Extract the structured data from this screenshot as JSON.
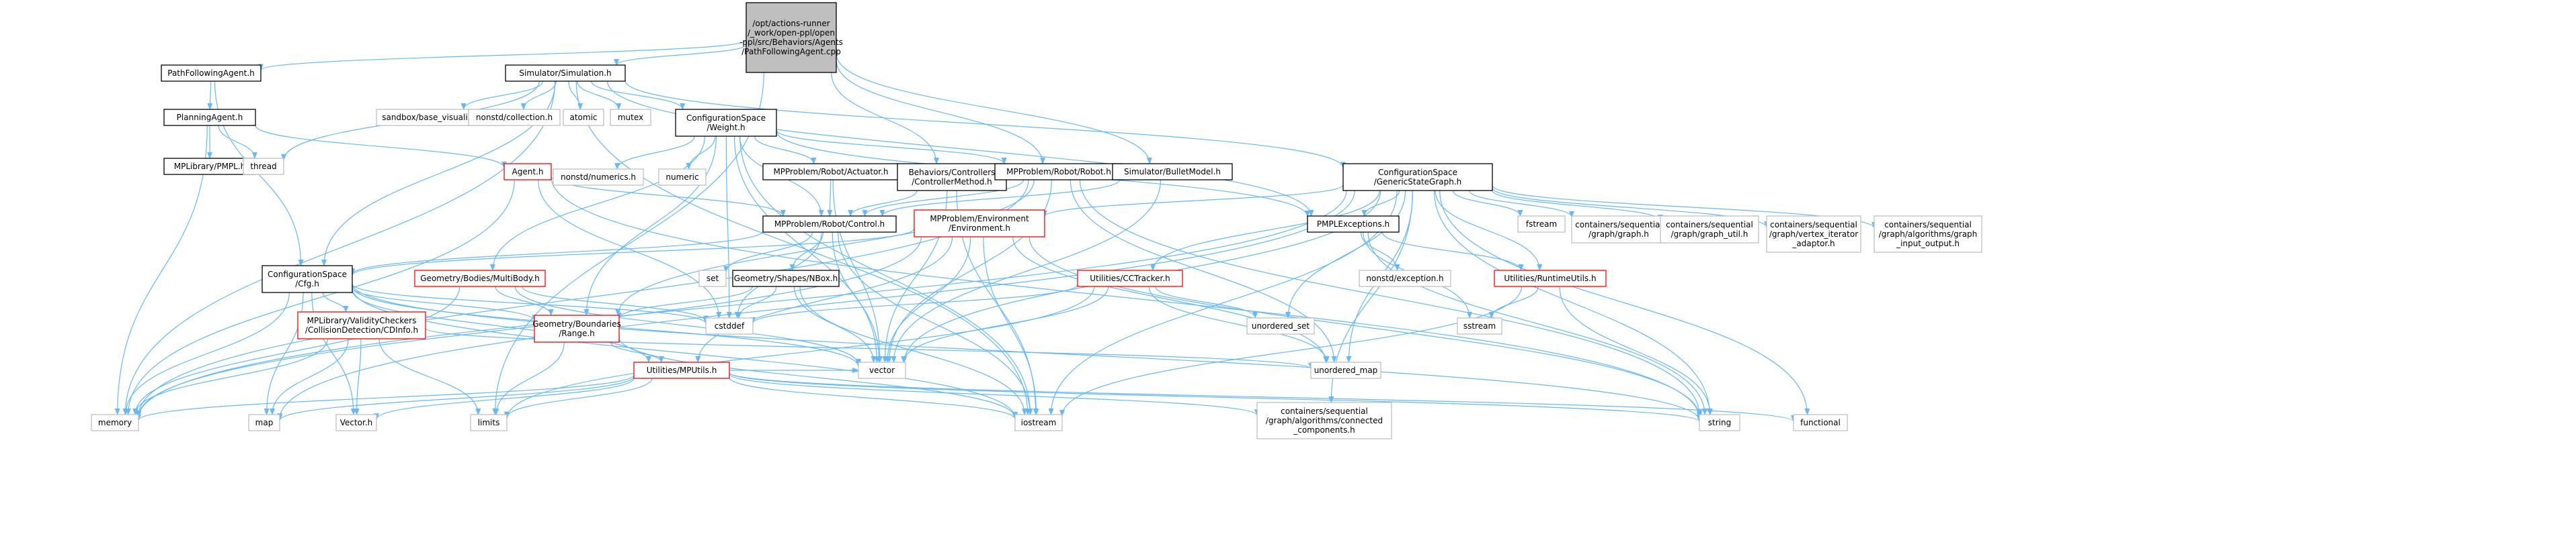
{
  "colors": {
    "edge": "#63b8ff",
    "file": "#000000",
    "ext": "#bfbfbf",
    "red": "#ff0000",
    "root_fill": "#bfbfbf",
    "text": "#000000"
  },
  "nodes": [
    {
      "id": "root",
      "lines": [
        "/opt/actions-runner",
        "/_work/open-ppl/open",
        "-ppl/src/Behaviors/Agents",
        "/PathFollowingAgent.cpp"
      ],
      "kind": "root"
    },
    {
      "id": "pfa_h",
      "lines": [
        "PathFollowingAgent.h"
      ],
      "kind": "file"
    },
    {
      "id": "simulation",
      "lines": [
        "Simulator/Simulation.h"
      ],
      "kind": "file"
    },
    {
      "id": "planning",
      "lines": [
        "PlanningAgent.h"
      ],
      "kind": "file"
    },
    {
      "id": "sandbox",
      "lines": [
        "sandbox/base_visualization.h"
      ],
      "kind": "ext"
    },
    {
      "id": "nonstd_coll",
      "lines": [
        "nonstd/collection.h"
      ],
      "kind": "ext"
    },
    {
      "id": "atomic",
      "lines": [
        "atomic"
      ],
      "kind": "ext"
    },
    {
      "id": "mutex",
      "lines": [
        "mutex"
      ],
      "kind": "ext"
    },
    {
      "id": "weight",
      "lines": [
        "ConfigurationSpace",
        "/Weight.h"
      ],
      "kind": "file"
    },
    {
      "id": "mplib",
      "lines": [
        "MPLibrary/PMPL.h"
      ],
      "kind": "file"
    },
    {
      "id": "thread",
      "lines": [
        "thread"
      ],
      "kind": "ext"
    },
    {
      "id": "agent",
      "lines": [
        "Agent.h"
      ],
      "kind": "red"
    },
    {
      "id": "nonstd_num",
      "lines": [
        "nonstd/numerics.h"
      ],
      "kind": "ext"
    },
    {
      "id": "numeric",
      "lines": [
        "numeric"
      ],
      "kind": "ext"
    },
    {
      "id": "actuator",
      "lines": [
        "MPProblem/Robot/Actuator.h"
      ],
      "kind": "file"
    },
    {
      "id": "ctrlmethod",
      "lines": [
        "Behaviors/Controllers",
        "/ControllerMethod.h"
      ],
      "kind": "file"
    },
    {
      "id": "robot",
      "lines": [
        "MPProblem/Robot/Robot.h"
      ],
      "kind": "file"
    },
    {
      "id": "bullet",
      "lines": [
        "Simulator/BulletModel.h"
      ],
      "kind": "file"
    },
    {
      "id": "gsg",
      "lines": [
        "ConfigurationSpace",
        "/GenericStateGraph.h"
      ],
      "kind": "file"
    },
    {
      "id": "control",
      "lines": [
        "MPProblem/Robot/Control.h"
      ],
      "kind": "file"
    },
    {
      "id": "environment",
      "lines": [
        "MPProblem/Environment",
        "/Environment.h"
      ],
      "kind": "red"
    },
    {
      "id": "pmplexc",
      "lines": [
        "PMPLExceptions.h"
      ],
      "kind": "file"
    },
    {
      "id": "fstream",
      "lines": [
        "fstream"
      ],
      "kind": "ext"
    },
    {
      "id": "cs_graph",
      "lines": [
        "containers/sequential",
        "/graph/graph.h"
      ],
      "kind": "ext"
    },
    {
      "id": "cs_graphutil",
      "lines": [
        "containers/sequential",
        "/graph/graph_util.h"
      ],
      "kind": "ext"
    },
    {
      "id": "cs_vertexiter",
      "lines": [
        "containers/sequential",
        "/graph/vertex_iterator",
        "_adaptor.h"
      ],
      "kind": "ext"
    },
    {
      "id": "cs_graphout",
      "lines": [
        "containers/sequential",
        "/graph/algorithms/graph",
        "_input_output.h"
      ],
      "kind": "ext"
    },
    {
      "id": "cfg",
      "lines": [
        "ConfigurationSpace",
        "/Cfg.h"
      ],
      "kind": "file"
    },
    {
      "id": "multibody",
      "lines": [
        "Geometry/Bodies/MultiBody.h"
      ],
      "kind": "red"
    },
    {
      "id": "set",
      "lines": [
        "set"
      ],
      "kind": "ext"
    },
    {
      "id": "nbox",
      "lines": [
        "Geometry/Shapes/NBox.h"
      ],
      "kind": "file"
    },
    {
      "id": "cctracker",
      "lines": [
        "Utilities/CCTracker.h"
      ],
      "kind": "red"
    },
    {
      "id": "nonstd_exc",
      "lines": [
        "nonstd/exception.h"
      ],
      "kind": "ext"
    },
    {
      "id": "runtime",
      "lines": [
        "Utilities/RuntimeUtils.h"
      ],
      "kind": "red"
    },
    {
      "id": "validity",
      "lines": [
        "MPLibrary/ValidityCheckers",
        "/CollisionDetection/CDInfo.h"
      ],
      "kind": "red"
    },
    {
      "id": "range",
      "lines": [
        "Geometry/Boundaries",
        "/Range.h"
      ],
      "kind": "red"
    },
    {
      "id": "cstddef",
      "lines": [
        "cstddef"
      ],
      "kind": "ext"
    },
    {
      "id": "unordered_set",
      "lines": [
        "unordered_set"
      ],
      "kind": "ext"
    },
    {
      "id": "sstream",
      "lines": [
        "sstream"
      ],
      "kind": "ext"
    },
    {
      "id": "vector",
      "lines": [
        "vector"
      ],
      "kind": "ext"
    },
    {
      "id": "unordered_map",
      "lines": [
        "unordered_map"
      ],
      "kind": "ext"
    },
    {
      "id": "mputils",
      "lines": [
        "Utilities/MPUtils.h"
      ],
      "kind": "red"
    },
    {
      "id": "memory",
      "lines": [
        "memory"
      ],
      "kind": "ext"
    },
    {
      "id": "map",
      "lines": [
        "map"
      ],
      "kind": "ext"
    },
    {
      "id": "vectorh",
      "lines": [
        "Vector.h"
      ],
      "kind": "ext"
    },
    {
      "id": "limits",
      "lines": [
        "limits"
      ],
      "kind": "ext"
    },
    {
      "id": "iostream",
      "lines": [
        "iostream"
      ],
      "kind": "ext"
    },
    {
      "id": "conncomp",
      "lines": [
        "containers/sequential",
        "/graph/algorithms/connected",
        "_components.h"
      ],
      "kind": "ext"
    },
    {
      "id": "string",
      "lines": [
        "string"
      ],
      "kind": "ext"
    },
    {
      "id": "functional",
      "lines": [
        "functional"
      ],
      "kind": "ext"
    }
  ]
}
